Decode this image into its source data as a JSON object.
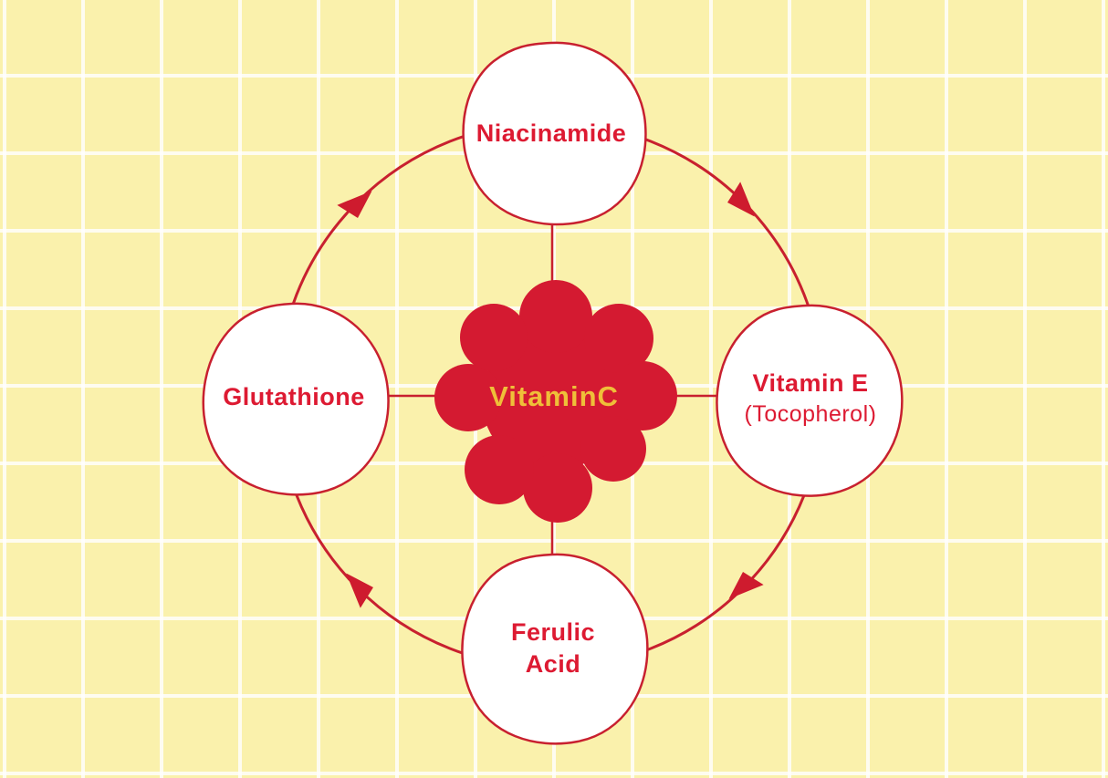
{
  "diagram": {
    "type": "cycle-diagram",
    "flow_direction": "clockwise",
    "center": {
      "label": "VitaminC",
      "shape": "splat"
    },
    "nodes": {
      "top": {
        "label": "Niacinamide"
      },
      "right": {
        "label": "Vitamin E",
        "sublabel": "(Tocopherol)"
      },
      "bottom": {
        "label_line1": "Ferulic",
        "label_line2": "Acid"
      },
      "left": {
        "label": "Glutathione"
      }
    },
    "arrows": {
      "count": 4,
      "direction": "clockwise"
    },
    "colors": {
      "background": "#FAF1AC",
      "grid_line": "#FFFFFF",
      "ring_stroke": "#C8202F",
      "label_text": "#DD1A32",
      "splat_fill": "#D41A31",
      "center_text": "#EFBF39",
      "node_fill": "#FFFFFF"
    }
  }
}
